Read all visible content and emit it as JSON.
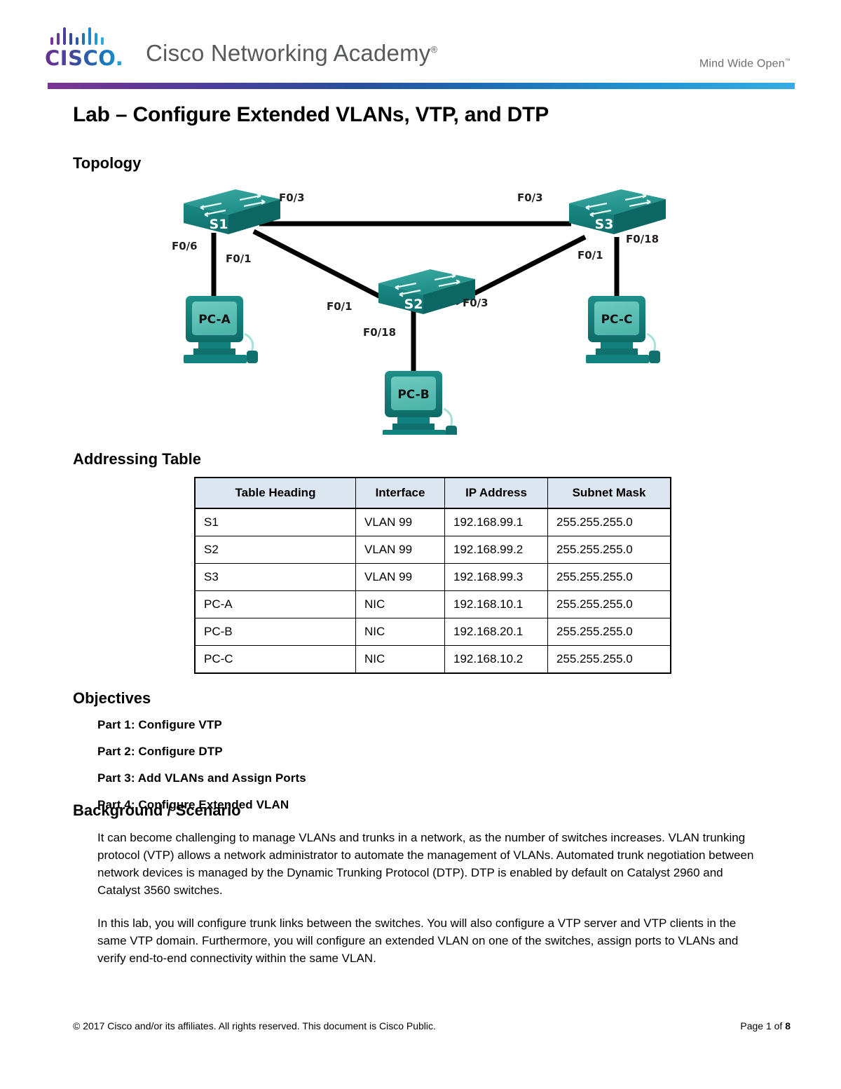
{
  "header": {
    "brand_wordmark": "CISCO",
    "brand_wordmark_dot": ".",
    "academy_text": "Cisco Networking Academy",
    "academy_registered": "®",
    "tagline": "Mind Wide Open",
    "tagline_tm": "™",
    "accent_purple": "#7B3594",
    "accent_blue": "#1E6CB4",
    "accent_lightblue": "#35ADE4"
  },
  "document": {
    "title": "Lab – Configure Extended VLANs, VTP, and DTP",
    "sections": {
      "topology": "Topology",
      "addressing": "Addressing Table",
      "objectives": "Objectives",
      "background": "Background / Scenario"
    }
  },
  "topology": {
    "devices": [
      {
        "id": "S1",
        "type": "switch",
        "label": "S1"
      },
      {
        "id": "S2",
        "type": "switch",
        "label": "S2"
      },
      {
        "id": "S3",
        "type": "switch",
        "label": "S3"
      },
      {
        "id": "PC-A",
        "type": "pc",
        "label": "PC-A"
      },
      {
        "id": "PC-B",
        "type": "pc",
        "label": "PC-B"
      },
      {
        "id": "PC-C",
        "type": "pc",
        "label": "PC-C"
      }
    ],
    "links": [
      {
        "from": "S1",
        "to": "S3",
        "from_port": "F0/3",
        "to_port": "F0/3"
      },
      {
        "from": "S1",
        "to": "S2",
        "from_port": "F0/1",
        "to_port": "F0/1"
      },
      {
        "from": "S2",
        "to": "S3",
        "from_port": "F0/3",
        "to_port": "F0/1"
      },
      {
        "from": "S1",
        "to": "PC-A",
        "from_port": "F0/6",
        "to_port": ""
      },
      {
        "from": "S2",
        "to": "PC-B",
        "from_port": "F0/18",
        "to_port": ""
      },
      {
        "from": "S3",
        "to": "PC-C",
        "from_port": "F0/18",
        "to_port": ""
      }
    ],
    "port_labels": {
      "s1_s3_left": "F0/3",
      "s1_s3_right": "F0/3",
      "s1_pca": "F0/6",
      "s1_s2": "F0/1",
      "s2_s1": "F0/1",
      "s2_s3": "F0/3",
      "s2_pcb": "F0/18",
      "s3_s2": "F0/1",
      "s3_pcc": "F0/18"
    },
    "colors": {
      "switch_top": "#2E9D96",
      "switch_front": "#157E7B",
      "switch_side": "#0E6C69",
      "pc_body": "#16827E",
      "pc_screen": "#5FC2B8",
      "link": "#000000"
    }
  },
  "addressing_table": {
    "columns": [
      "Table Heading",
      "Interface",
      "IP Address",
      "Subnet Mask"
    ],
    "rows": [
      [
        "S1",
        "VLAN 99",
        "192.168.99.1",
        "255.255.255.0"
      ],
      [
        "S2",
        "VLAN 99",
        "192.168.99.2",
        "255.255.255.0"
      ],
      [
        "S3",
        "VLAN 99",
        "192.168.99.3",
        "255.255.255.0"
      ],
      [
        "PC-A",
        "NIC",
        "192.168.10.1",
        "255.255.255.0"
      ],
      [
        "PC-B",
        "NIC",
        "192.168.20.1",
        "255.255.255.0"
      ],
      [
        "PC-C",
        "NIC",
        "192.168.10.2",
        "255.255.255.0"
      ]
    ]
  },
  "objectives": [
    "Part 1: Configure VTP",
    "Part 2: Configure DTP",
    "Part 3: Add VLANs and Assign Ports",
    "Part 4: Configure Extended VLAN"
  ],
  "background": {
    "paragraphs": [
      "It can become challenging to manage VLANs and trunks in a network, as the number of switches increases. VLAN trunking protocol (VTP) allows a network administrator to automate the management of VLANs. Automated trunk negotiation between network devices is managed by the Dynamic Trunking Protocol (DTP). DTP is enabled by default on Catalyst 2960 and Catalyst 3560 switches.",
      "In this lab, you will configure trunk links between the switches. You will also configure a VTP server and VTP clients in the same VTP domain. Furthermore, you will configure an extended VLAN on one of the switches, assign ports to VLANs and verify end-to-end connectivity within the same VLAN."
    ]
  },
  "footer": {
    "copyright": "© 2017 Cisco and/or its affiliates. All rights reserved. This document is Cisco Public.",
    "page_prefix": "Page 1 of ",
    "page_total": "8"
  }
}
